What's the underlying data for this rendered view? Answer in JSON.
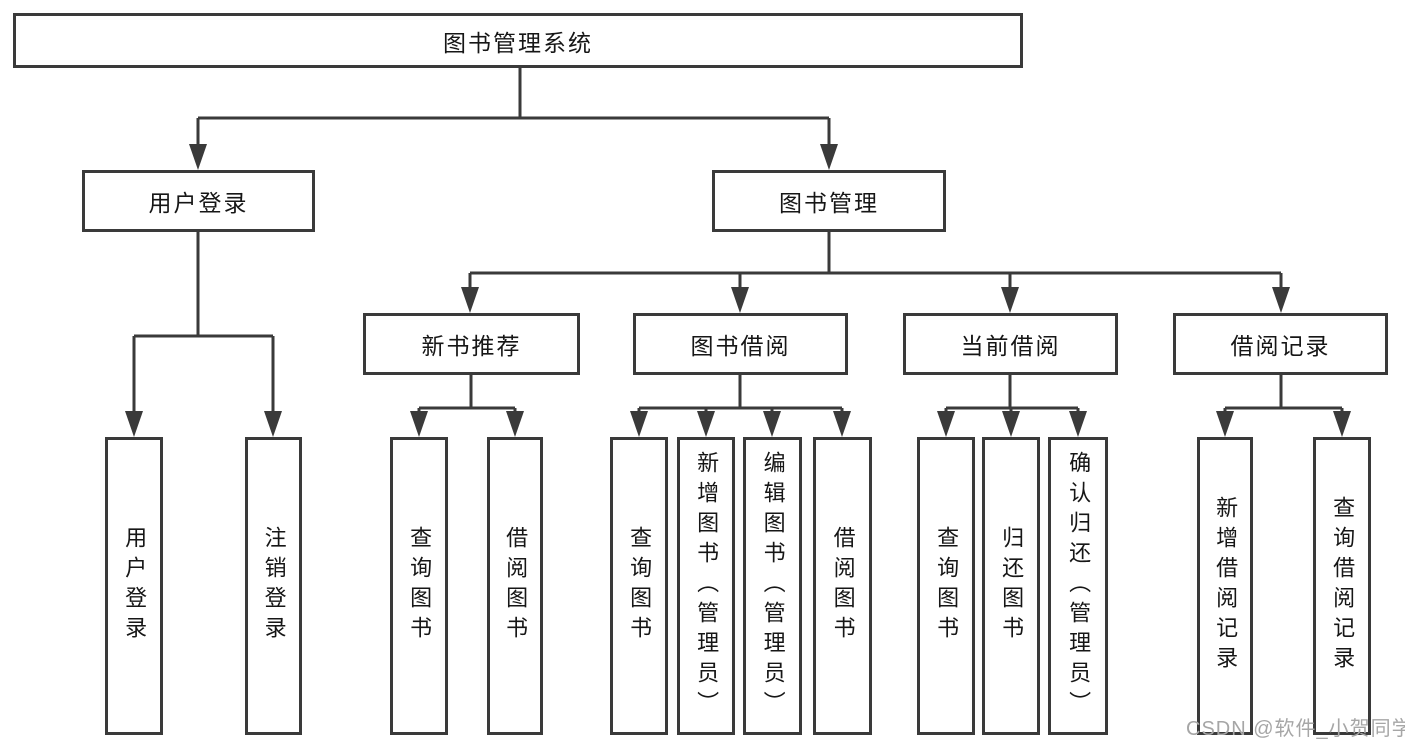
{
  "tree": {
    "label": "图书管理系统",
    "children": [
      {
        "label": "用户登录",
        "children": [
          {
            "label": "用户登录"
          },
          {
            "label": "注销登录"
          }
        ]
      },
      {
        "label": "图书管理",
        "children": [
          {
            "label": "新书推荐",
            "children": [
              {
                "label": "查询图书"
              },
              {
                "label": "借阅图书"
              }
            ]
          },
          {
            "label": "图书借阅",
            "children": [
              {
                "label": "查询图书"
              },
              {
                "label": "新增图书（管理员）"
              },
              {
                "label": "编辑图书（管理员）"
              },
              {
                "label": "借阅图书"
              }
            ]
          },
          {
            "label": "当前借阅",
            "children": [
              {
                "label": "查询图书"
              },
              {
                "label": "归还图书"
              },
              {
                "label": "确认归还（管理员）"
              }
            ]
          },
          {
            "label": "借阅记录",
            "children": [
              {
                "label": "新增借阅记录"
              },
              {
                "label": "查询借阅记录"
              }
            ]
          }
        ]
      }
    ]
  },
  "watermark": {
    "text": "CSDN @软件_小贺同学"
  },
  "colors": {
    "line": "#3a3a3a",
    "text": "#161616",
    "watermark": "#a6a6a6",
    "background": "#ffffff"
  }
}
